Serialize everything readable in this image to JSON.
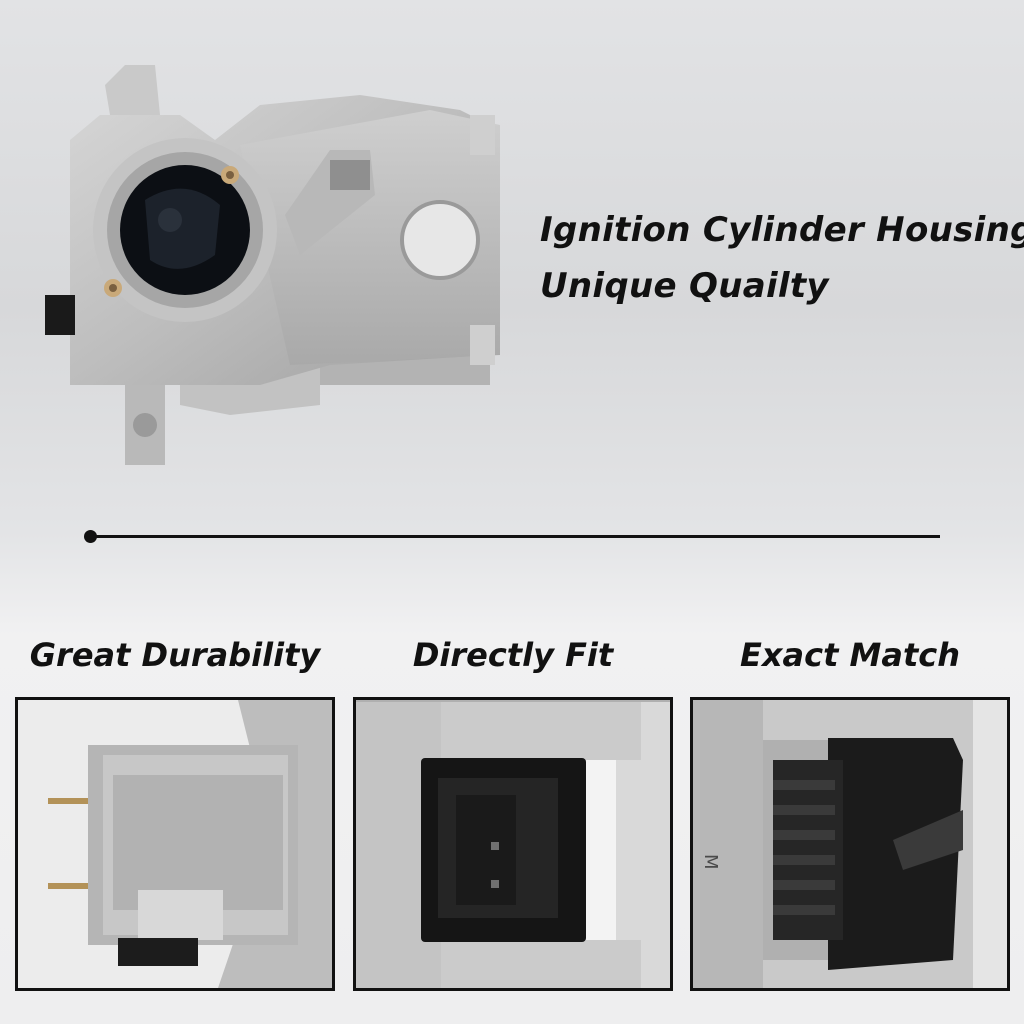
{
  "headline": {
    "line1": "Ignition Cylinder Housing",
    "line2": "Unique Quailty"
  },
  "features": [
    {
      "label": "Great Durability"
    },
    {
      "label": "Directly Fit"
    },
    {
      "label": "Exact Match"
    }
  ],
  "part_marking": "M"
}
